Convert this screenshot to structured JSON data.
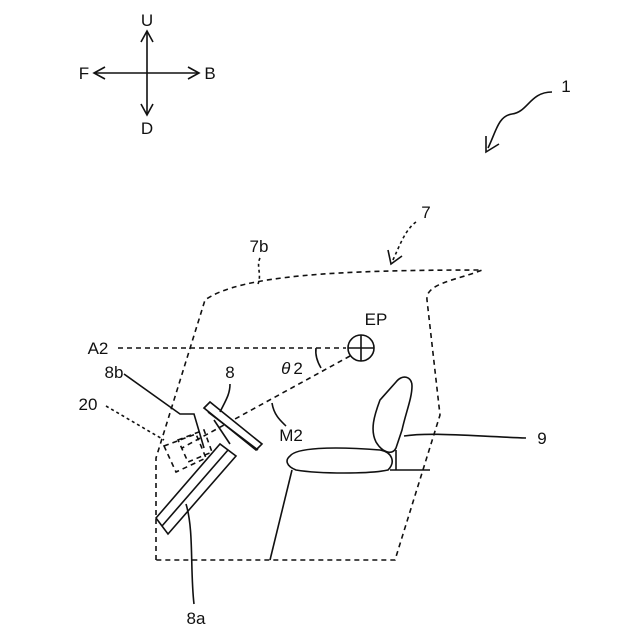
{
  "direction_labels": {
    "up": "U",
    "down": "D",
    "front": "F",
    "back": "B"
  },
  "reference_labels": {
    "vehicle": "1",
    "cabin": "7",
    "roof": "7b",
    "eye_point": "EP",
    "horizontal_axis": "A2",
    "angle_theta": "θ",
    "angle_index": "2",
    "line_of_sight": "M2",
    "steering_wheel": "8",
    "steering_upper": "8b",
    "steering_column": "8a",
    "display_device": "20",
    "seat": "9"
  },
  "colors": {
    "ink": "#111111",
    "background": "#ffffff"
  }
}
